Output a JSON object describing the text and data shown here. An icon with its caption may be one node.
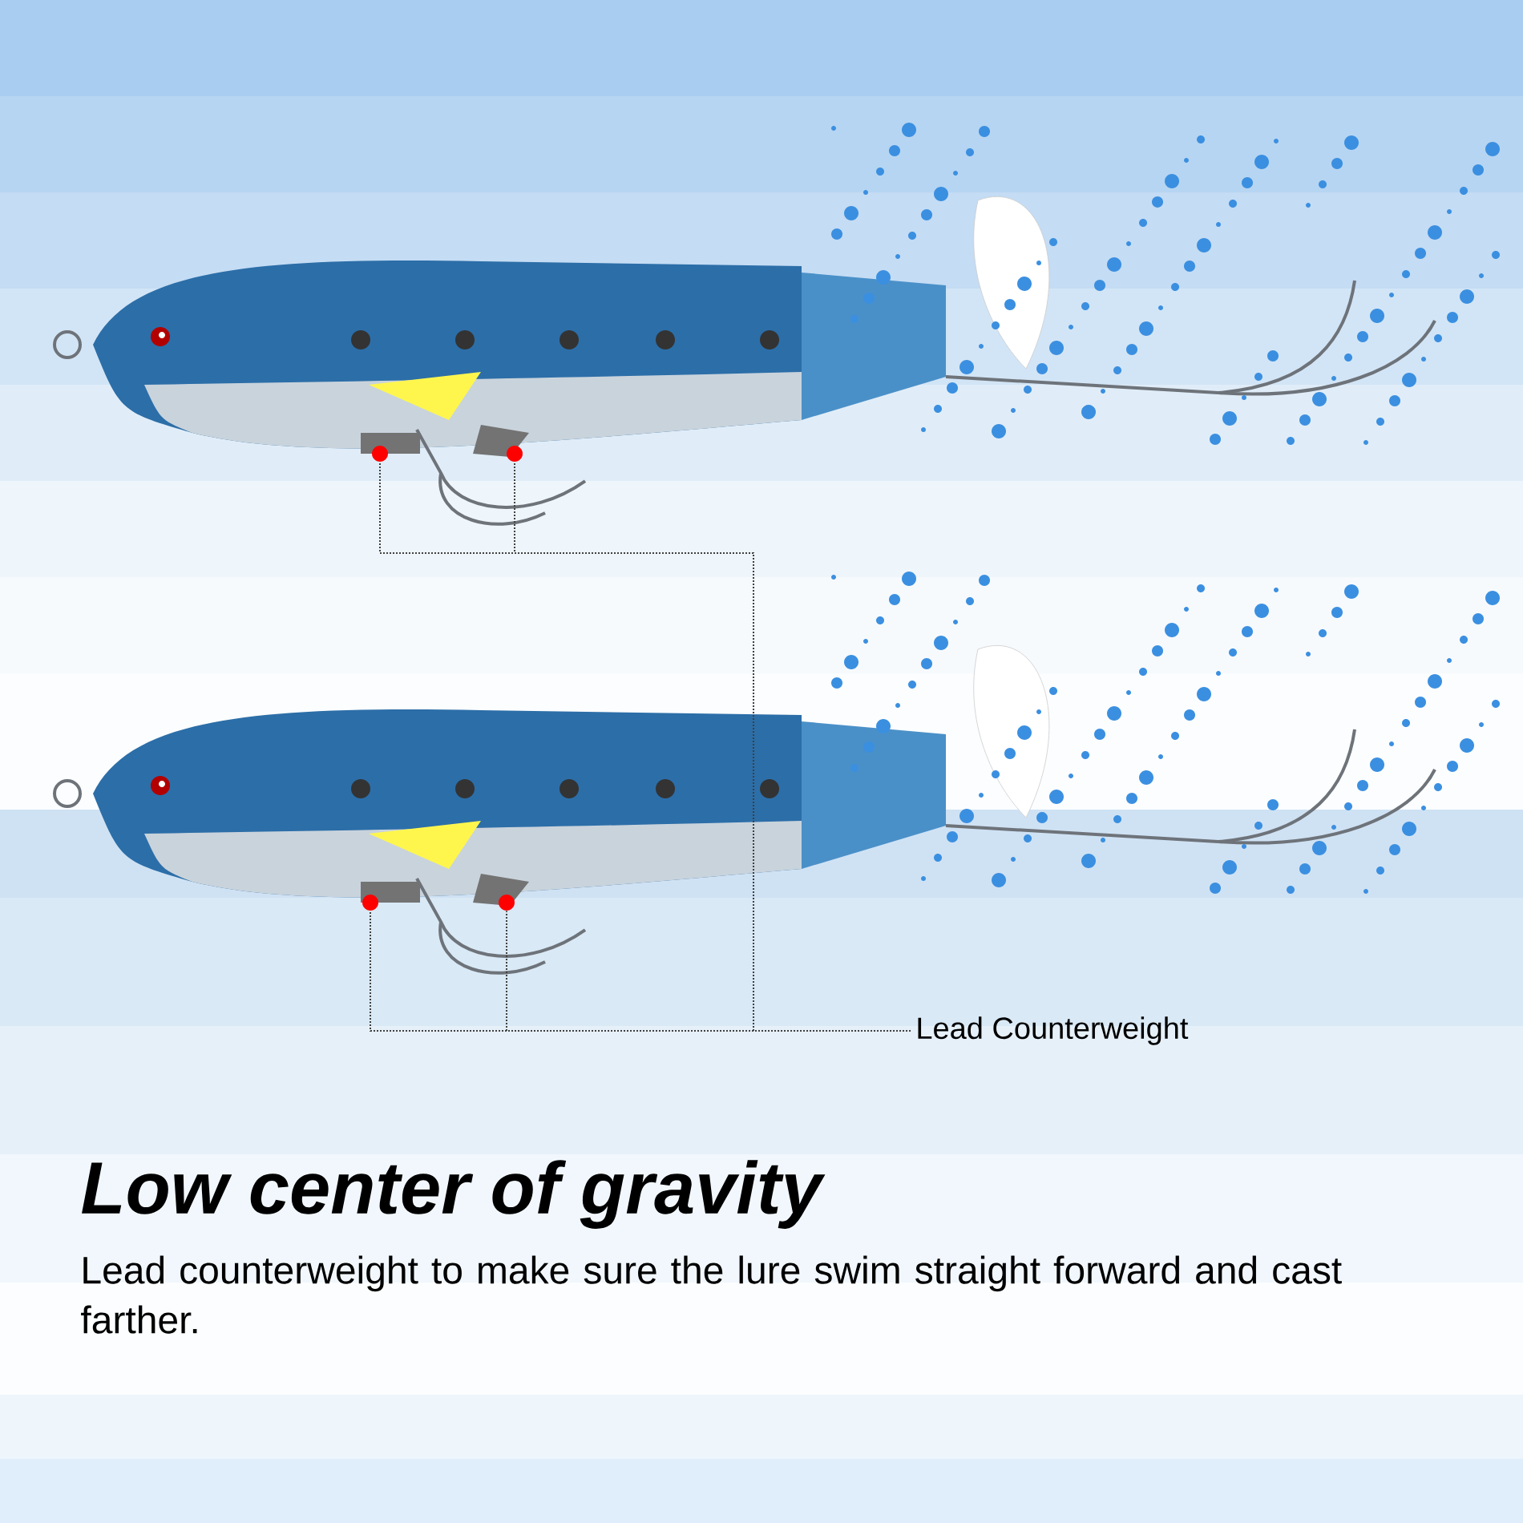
{
  "diagram": {
    "title": "Low center of gravity",
    "nodes": [
      {
        "text": [
          "Lead Counterweight"
        ]
      },
      {
        "text": [],
        "shape": "circle"
      },
      {
        "text": [],
        "shape": "circle"
      },
      {
        "text": [],
        "shape": "circle"
      },
      {
        "text": [],
        "shape": "circle"
      }
    ],
    "edges": [
      {
        "from": 0,
        "to": 1,
        "arrow": "none",
        "style": "dashed"
      },
      {
        "from": 0,
        "to": 2,
        "arrow": "none",
        "style": "dashed"
      },
      {
        "from": 0,
        "to": 3,
        "arrow": "none",
        "style": "dashed"
      },
      {
        "from": 0,
        "to": 4,
        "arrow": "none",
        "style": "dashed"
      }
    ],
    "labels": [
      "Lead counterweight to make sure the lure swim straight forward and cast farther."
    ]
  }
}
